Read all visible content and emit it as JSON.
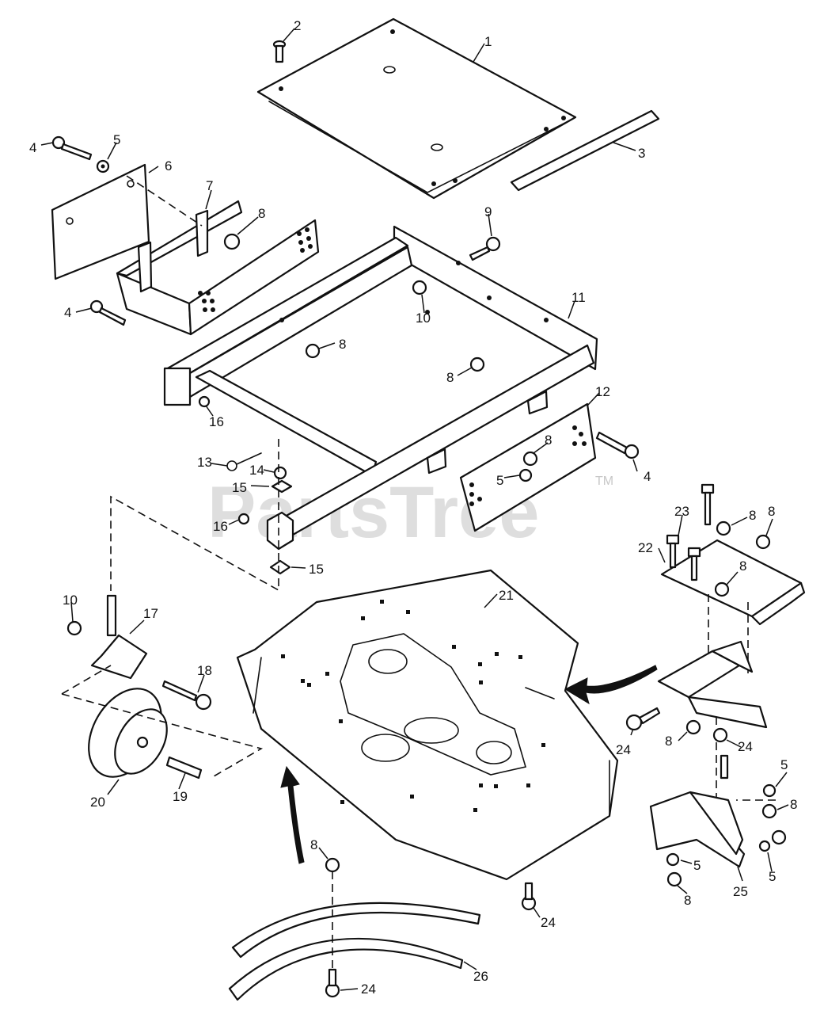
{
  "watermark": {
    "text": "PartsTree",
    "tm": "TM"
  },
  "callouts": {
    "c1": "1",
    "c2": "2",
    "c3": "3",
    "c4a": "4",
    "c4b": "4",
    "c4c": "4",
    "c5a": "5",
    "c5b": "5",
    "c5c": "5",
    "c5d": "5",
    "c5e": "5",
    "c6": "6",
    "c7": "7",
    "c8a": "8",
    "c8b": "8",
    "c8c": "8",
    "c8d": "8",
    "c8e": "8",
    "c8f": "8",
    "c8g": "8",
    "c8h": "8",
    "c8i": "8",
    "c8j": "8",
    "c8k": "8",
    "c9": "9",
    "c10a": "10",
    "c10b": "10",
    "c11": "11",
    "c12": "12",
    "c13": "13",
    "c14": "14",
    "c15a": "15",
    "c15b": "15",
    "c16a": "16",
    "c16b": "16",
    "c17": "17",
    "c18": "18",
    "c19": "19",
    "c20": "20",
    "c21": "21",
    "c22": "22",
    "c23": "23",
    "c24a": "24",
    "c24b": "24",
    "c24c": "24",
    "c24d": "24",
    "c25": "25",
    "c26": "26"
  }
}
